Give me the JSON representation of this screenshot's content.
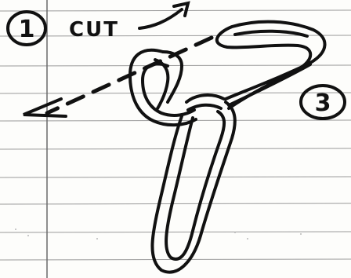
{
  "labels": {
    "step_one": "1",
    "cut": "CUT",
    "step_three": "3"
  },
  "colors": {
    "paper": "#fdfdfb",
    "rule_line": "#9a9a9a",
    "margin_line": "#6a6a6a",
    "ink": "#111111"
  },
  "icons": [
    "arrow-icon",
    "dashed-arrow-icon",
    "knot-loop-drawing"
  ]
}
